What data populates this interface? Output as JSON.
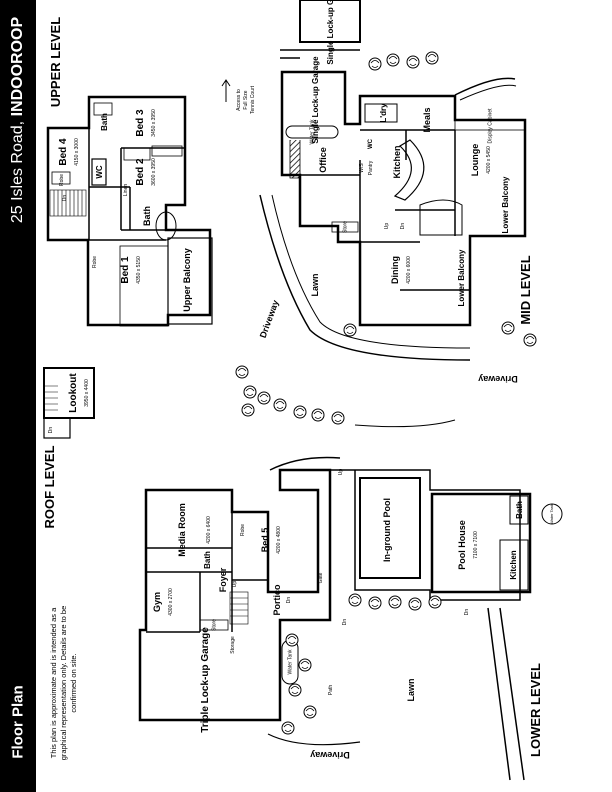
{
  "header": {
    "address": "25 Isles Road,",
    "brand": "INDOOROOP",
    "section": "Floor Plan",
    "disclaimer": [
      "This plan is approximate and is intended as a",
      "graphical representation only. Details are to be",
      "confirmed on site."
    ]
  },
  "levels": {
    "upper": "UPPER LEVEL",
    "roof": "ROOF LEVEL",
    "mid": "MID LEVEL",
    "lower": "LOWER LEVEL"
  },
  "rooms": {
    "bath_up": "Bath",
    "bed3": "Bed 3",
    "bed3_dim": "3450 x 3950",
    "bed4": "Bed 4",
    "bed4_dim": "4150 x 3000",
    "wc_up": "WC",
    "bed2": "Bed 2",
    "bed2_dim": "3600 x 3950",
    "robe": "Robe",
    "linen": "Linen",
    "bath_mid": "Bath",
    "bed1": "Bed 1",
    "bed1_dim": "4350 x 5150",
    "upper_balcony": "Upper Balcony",
    "dn": "Dn",
    "up": "Up",
    "lookout": "Lookout",
    "lookout_dim": "3950 x 4400",
    "single_garage_top": "Single Lock-up Garage",
    "single_garage": "Single Lock-up Garage",
    "access": [
      "Access to",
      "Full Size",
      "Tennis Court"
    ],
    "water_tank": "Water Tank",
    "ldry": "L'dry",
    "meals": "Meals",
    "office": "Office",
    "wc_mid": "WC",
    "pantry": "Pantry",
    "ws": "W/S",
    "kitchen": "Kitchen",
    "display_cabinet": "Display Cabinet",
    "lounge": "Lounge",
    "lounge_dim": "4200 x 5450",
    "lower_balcony_a": "Lower Balcony",
    "store": "Store",
    "lawn_mid": "Lawn",
    "dining": "Dining",
    "dining_dim": "4200 x 6000",
    "lower_balcony_b": "Lower Balcony",
    "driveway_a": "Driveway",
    "driveway_b": "Driveway",
    "driveway_c": "Driveway",
    "media_room": "Media Room",
    "media_dim": "4200 x 6400",
    "bed5": "Bed 5",
    "bed5_dim": "4200 x 4800",
    "bath_low": "Bath",
    "foyer": "Foyer",
    "gym": "Gym",
    "gym_dim": "4300 x 2700",
    "portico": "Portico",
    "storage": "Storage",
    "triple_garage": "Triple Lock-up Garage",
    "pool": "In-ground Pool",
    "pool_house": "Pool House",
    "pool_house_dim": "7100 x 7100",
    "kitchen_low": "Kitchen",
    "gate": "Gate",
    "path": "Path",
    "lawn_low": "Lawn"
  },
  "icon_colors": {
    "wall": "#000000",
    "ink": "#000000",
    "background": "#ffffff"
  }
}
